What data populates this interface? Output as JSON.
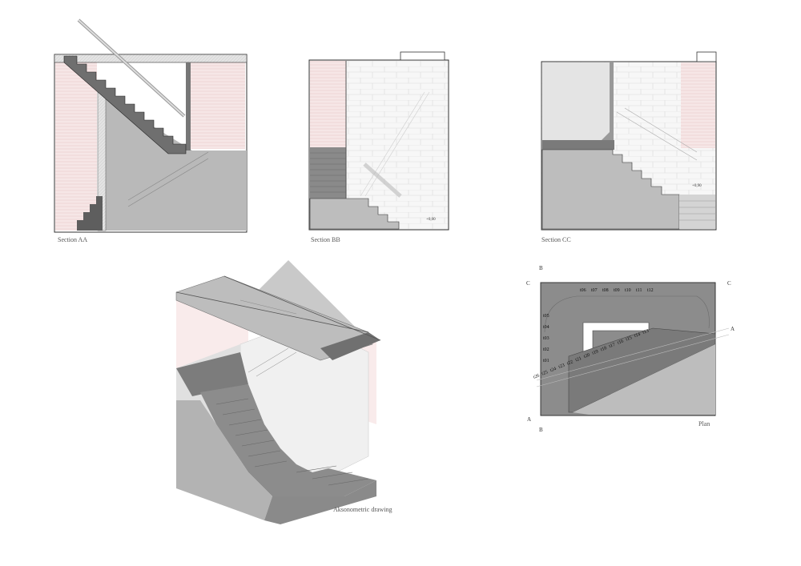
{
  "captions": {
    "section_aa": "Section AA",
    "section_bb": "Section BB",
    "section_cc": "Section CC",
    "axonometric": "Aksonometric drawing",
    "plan": "Plan"
  },
  "levels": {
    "bb": "+0,00",
    "cc": "+0,90"
  },
  "plan": {
    "cut_b": "B",
    "cut_c": "C",
    "cut_a": "A",
    "treads": [
      "t01",
      "t02",
      "t03",
      "t04",
      "t05",
      "t06",
      "t07",
      "t08",
      "t09",
      "t10",
      "t11",
      "t12",
      "t13",
      "t14",
      "t15",
      "t16",
      "t17",
      "t18",
      "t19",
      "t20",
      "t21",
      "t22",
      "t23",
      "t24",
      "t25",
      "t26"
    ]
  },
  "colors": {
    "pink_hatch": "#f2dcdc",
    "dark_grey": "#808080",
    "mid_grey": "#b4b4b4",
    "light_grey": "#d9d9d9",
    "line": "#333333"
  }
}
